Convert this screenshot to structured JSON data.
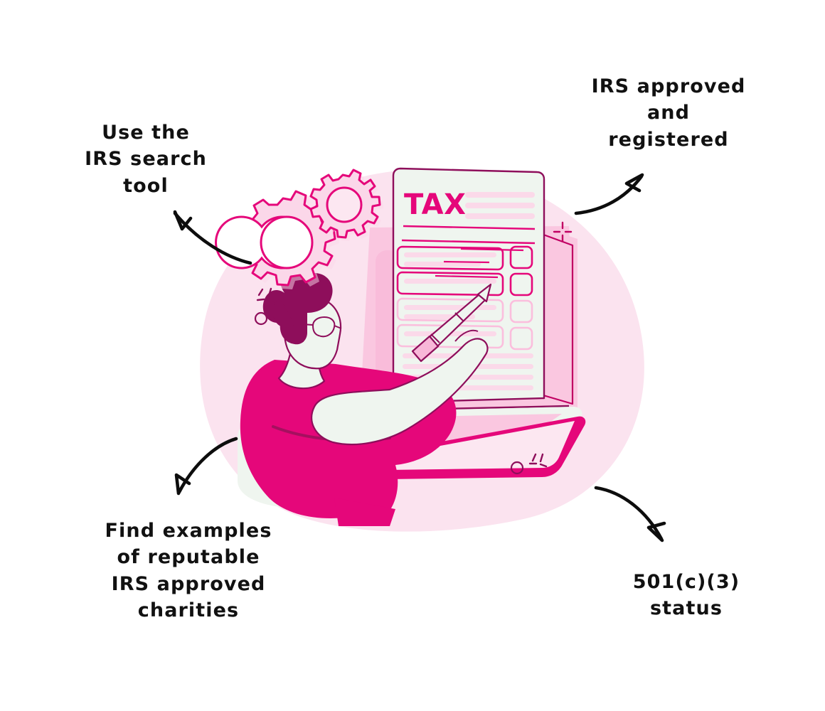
{
  "page": {
    "title": "IRS approved charity check illustration",
    "background": "#ffffff"
  },
  "callouts": [
    {
      "id": "irs-search-tool",
      "text": "Use the\nIRS search\ntool",
      "position": "top-left",
      "arrow": "curved-arrow-up-left"
    },
    {
      "id": "irs-approved-registered",
      "text": "IRS approved\nand\nregistered",
      "position": "top-right",
      "arrow": "curved-arrow-up-right"
    },
    {
      "id": "reputable-charities",
      "text": "Find examples\nof reputable\nIRS approved\ncharities",
      "position": "bottom-left",
      "arrow": "curved-arrow-down-left"
    },
    {
      "id": "501c3-status",
      "text": "501(c)(3)\nstatus",
      "position": "bottom-right",
      "arrow": "curved-arrow-down-right"
    }
  ],
  "illustration": {
    "name": "woman-filling-tax-form-on-laptop",
    "document_heading": "TAX",
    "elements": [
      "background-blob",
      "gear-large",
      "gear-small",
      "sparkle-star",
      "small-circle",
      "woman-seated",
      "eyeglasses",
      "office-chair",
      "laptop",
      "tax-document",
      "pen",
      "checkbox-list"
    ]
  },
  "colors": {
    "text": "#111111",
    "magenta": "#E5077A",
    "magenta_deep": "#C10063",
    "plum": "#8E0E5B",
    "pink_mid": "#F8B7D8",
    "pink_light": "#FBD7E9",
    "pink_pale": "#FCE7F1",
    "blob": "#FBE3EF",
    "paper": "#EFF5EF",
    "paper_line": "#FBD9E9",
    "white": "#FFFFFF"
  }
}
